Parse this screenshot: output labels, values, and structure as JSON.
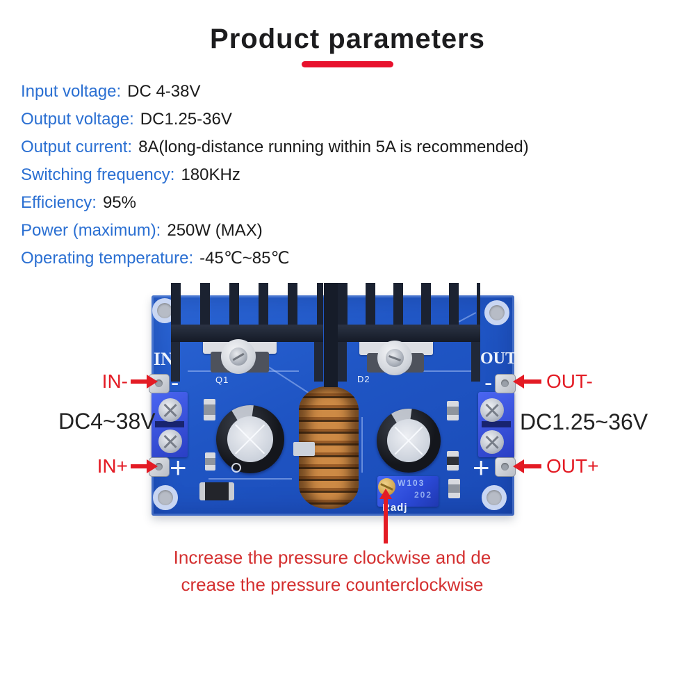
{
  "title": {
    "text": "Product parameters"
  },
  "parameters": [
    {
      "label": "Input voltage:",
      "value": "DC 4-38V"
    },
    {
      "label": "Output voltage:",
      "value": "DC1.25-36V"
    },
    {
      "label": "Output current:",
      "value": "8A(long-distance running within 5A is recommended)"
    },
    {
      "label": "Switching frequency:",
      "value": "180KHz"
    },
    {
      "label": "Efficiency:",
      "value": "95%"
    },
    {
      "label": "Power (maximum):",
      "value": "250W (MAX)"
    },
    {
      "label": "Operating temperature:",
      "value": "-45℃~85℃"
    }
  ],
  "board": {
    "silkscreen": {
      "in": "IN",
      "out": "OUT",
      "q1": "Q1",
      "d2": "D2",
      "radj": "Radj",
      "plus": "+",
      "minus": "-",
      "pot_top": "W103",
      "pot_bottom": "202"
    }
  },
  "annotations": {
    "in_minus": "IN-",
    "in_plus": "IN+",
    "out_minus": "OUT-",
    "out_plus": "OUT+",
    "input_range": "DC4~38V",
    "output_range": "DC1.25~36V",
    "caption_line1": "Increase the pressure clockwise and de",
    "caption_line2": "crease the pressure counterclockwise"
  },
  "colors": {
    "accent_red": "#e31b24",
    "underline_red": "#e8112d",
    "caption_red": "#d43030",
    "label_blue": "#2a6fd2",
    "pcb_blue": "#1f55c4"
  }
}
